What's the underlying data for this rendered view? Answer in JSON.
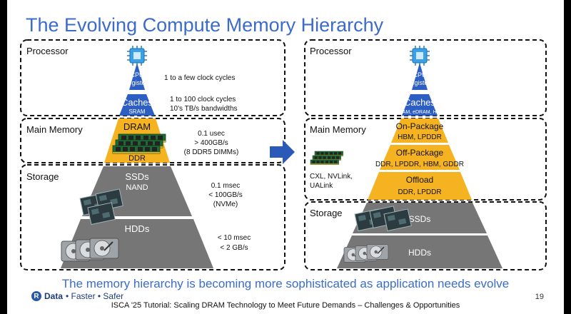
{
  "title": "The Evolving Compute Memory Hierarchy",
  "subtitle": "The memory hierarchy is becoming more sophisticated as application needs evolve",
  "footer": "ISCA '25 Tutorial: Scaling DRAM Technology to Meet Future Demands – Challenges & Opportunities",
  "page_number": "19",
  "logo": {
    "brand": "Data",
    "tagline": "• Faster • Safer",
    "mark": "R"
  },
  "colors": {
    "accent": "#3b6cc9",
    "cache_blue": "#2d5ec4",
    "dram_gold": "#f5b321",
    "storage_gray": "#767676"
  },
  "left": {
    "regions": {
      "processor": "Processor",
      "main_memory": "Main Memory",
      "storage": "Storage"
    },
    "tiers": {
      "cpu": {
        "line1": "CPU",
        "line2": "Registers"
      },
      "caches": {
        "line1": "Caches",
        "line2": "SRAM"
      },
      "dram": {
        "line1": "DRAM",
        "line2": "DDR"
      },
      "ssd": {
        "line1": "SSDs",
        "line2": "NAND"
      },
      "hdd": {
        "line1": "HDDs"
      }
    },
    "notes": {
      "cpu": "1 to a few clock cycles",
      "caches_1": "1 to 100 clock cycles",
      "caches_2": "10's TB/s bandwidths",
      "dram_1": "0.1 usec",
      "dram_2": "> 400GB/s",
      "dram_3": "(8 DDR5 DIMMs)",
      "ssd_1": "0.1 msec",
      "ssd_2": "< 100GB/s",
      "ssd_3": "(NVMe)",
      "hdd_1": "< 10 msec",
      "hdd_2": "< 2 GB/s"
    }
  },
  "right": {
    "regions": {
      "processor": "Processor",
      "main_memory": "Main Memory",
      "storage": "Storage"
    },
    "tiers": {
      "cpu": {
        "line1": "CPU",
        "line2": "Registers"
      },
      "caches": {
        "line1": "Caches",
        "line2": "SRAM, eDRAM, HBM"
      },
      "onpkg": {
        "line1": "On-Package",
        "line2": "HBM, LPDDR"
      },
      "offpkg": {
        "line1": "Off-Package",
        "line2": "DDR, LPDDR, HBM, GDDR"
      },
      "offload": {
        "line1": "Offload",
        "line2": "DDR, LPDDR"
      },
      "ssd": {
        "line1": "SSDs"
      },
      "hdd": {
        "line1": "HDDs"
      }
    },
    "notes": {
      "cxl_1": "CXL, NVLink,",
      "cxl_2": "UALink"
    }
  },
  "icons": [
    "cpu-chip-icon",
    "dimm-stack-icon",
    "ssd-stack-icon",
    "hdd-stack-icon",
    "right-arrow-icon"
  ]
}
